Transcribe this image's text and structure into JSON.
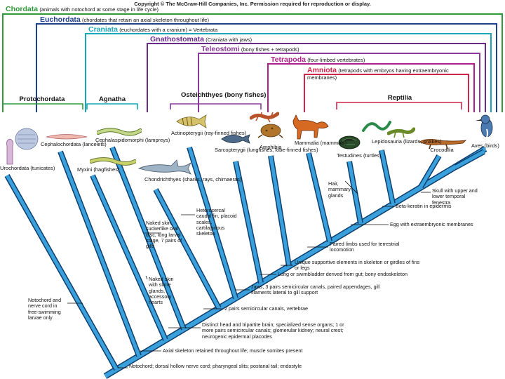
{
  "copyright": "Copyright © The McGraw-Hill Companies, Inc. Permission required for reproduction or display.",
  "colors": {
    "chordata": "#2e9a3a",
    "euchordata": "#1f3f8f",
    "craniata": "#1aa6b8",
    "gnathostomata": "#6a2a8a",
    "teleostomi": "#8a3a9a",
    "tetrapoda": "#b0208a",
    "amniota": "#d2234a",
    "branch": "#3aa0dc"
  },
  "groups": [
    {
      "key": "chordata",
      "name": "Chordata",
      "desc": "(animals with notochord at some stage in life cycle)"
    },
    {
      "key": "euchordata",
      "name": "Euchordata",
      "desc": "(chordates that retain an axial skeleton throughout life)"
    },
    {
      "key": "craniata",
      "name": "Craniata",
      "desc": "(euchordates with a cranium) = Vertebrata"
    },
    {
      "key": "gnathostomata",
      "name": "Gnathostomata",
      "desc": "(Craniata with jaws)"
    },
    {
      "key": "teleostomi",
      "name": "Teleostomi",
      "desc": "(bony fishes + tetrapods)"
    },
    {
      "key": "tetrapoda",
      "name": "Tetrapoda",
      "desc": "(four-limbed vertebrates)"
    },
    {
      "key": "amniota",
      "name": "Amniota",
      "desc": "(tetrapods with embryos having extraembryonic membranes)"
    }
  ],
  "brackets": [
    {
      "key": "protochordata",
      "label": "Protochordata"
    },
    {
      "key": "agnatha",
      "label": "Agnatha"
    },
    {
      "key": "osteichthyes",
      "label": "Osteichthyes (bony fishes)"
    },
    {
      "key": "reptilia",
      "label": "Reptilia"
    }
  ],
  "taxa": [
    {
      "key": "urochordata",
      "label": "Urochordata (tunicates)"
    },
    {
      "key": "cephalochordata",
      "label": "Cephalochordata (lancelets)"
    },
    {
      "key": "myxini",
      "label": "Myxini (hagfishes)"
    },
    {
      "key": "cephalaspidomorphi",
      "label": "Cephalaspidomorphi (lampreys)"
    },
    {
      "key": "chondrichthyes",
      "label": "Chondrichthyes (sharks, rays, chimaeras)"
    },
    {
      "key": "actinopterygii",
      "label": "Actinopterygii (ray-finned fishes)"
    },
    {
      "key": "sarcopterygii",
      "label": "Sarcopterygii (lungfishes, lobe-finned fishes)"
    },
    {
      "key": "amphibia",
      "label": "Amphibia"
    },
    {
      "key": "mammalia",
      "label": "Mammalia (mammals)"
    },
    {
      "key": "testudines",
      "label": "Testudines (turtles)"
    },
    {
      "key": "lepidosauria",
      "label": "Lepidosauria (lizards, snakes)"
    },
    {
      "key": "crocodilia",
      "label": "Crocodilia"
    },
    {
      "key": "aves",
      "label": "Aves (birds)"
    }
  ],
  "traits": [
    {
      "key": "notochord",
      "text": "Notochord; dorsal hollow nerve cord; pharyngeal slits; postanal tail; endostyle"
    },
    {
      "key": "axial_skeleton",
      "text": "Axial skeleton retained throughout life; muscle somites present"
    },
    {
      "key": "head",
      "text": "Distinct head and tripartite brain; specialized sense organs; 1 or more pairs semicircular canals; glomerular kidney; neural crest; neurogenic epidermal placodes"
    },
    {
      "key": "canals",
      "text": "2 pairs semicircular canals, vertebrae"
    },
    {
      "key": "jaws",
      "text": "Jaws, 3 pairs semicircular canals, paired appendages, gill filaments lateral to gill support"
    },
    {
      "key": "lung",
      "text": "Lung or swimbladder derived from gut; bony endoskeleton"
    },
    {
      "key": "unique_support",
      "text": "Unique supportive elements in skeleton or girdles of fins or legs"
    },
    {
      "key": "paired_limbs",
      "text": "Paired limbs used for terrestrial locomotion"
    },
    {
      "key": "egg",
      "text": "Egg with extraembryonic membranes"
    },
    {
      "key": "beta_keratin",
      "text": "Beta-keratin in epidermis"
    },
    {
      "key": "skull",
      "text": "Skull with upper and lower temporal fenestra"
    },
    {
      "key": "hair",
      "text": "Hair, mammary glands"
    },
    {
      "key": "notochord_larvae",
      "text": "Notochord and nerve cord in free-swimming larvae only"
    },
    {
      "key": "hagfish",
      "text": "Naked skin with slime glands, accessory hearts"
    },
    {
      "key": "lamprey",
      "text": "Naked skin, suckerlike oral disc, long larval stage, 7 pairs of gills"
    },
    {
      "key": "shark",
      "text": "Heterocercal caudal fin, placoid scales, cartilaginous skeleton"
    }
  ],
  "animals": [
    {
      "key": "tunicate",
      "icon": "tunicate-icon"
    },
    {
      "key": "salp",
      "icon": "salp-icon"
    },
    {
      "key": "lancelet",
      "icon": "lancelet-icon"
    },
    {
      "key": "lamprey",
      "icon": "lamprey-icon"
    },
    {
      "key": "hagfish",
      "icon": "hagfish-icon"
    },
    {
      "key": "shark",
      "icon": "shark-icon"
    },
    {
      "key": "perch",
      "icon": "perch-icon"
    },
    {
      "key": "coelacanth",
      "icon": "coelacanth-icon"
    },
    {
      "key": "salamander",
      "icon": "salamander-icon"
    },
    {
      "key": "frog",
      "icon": "frog-icon"
    },
    {
      "key": "fox",
      "icon": "fox-icon"
    },
    {
      "key": "turtle",
      "icon": "turtle-icon"
    },
    {
      "key": "snake",
      "icon": "snake-icon"
    },
    {
      "key": "lizard",
      "icon": "lizard-icon"
    },
    {
      "key": "crocodile",
      "icon": "crocodile-icon"
    },
    {
      "key": "kingfisher",
      "icon": "kingfisher-icon"
    }
  ]
}
